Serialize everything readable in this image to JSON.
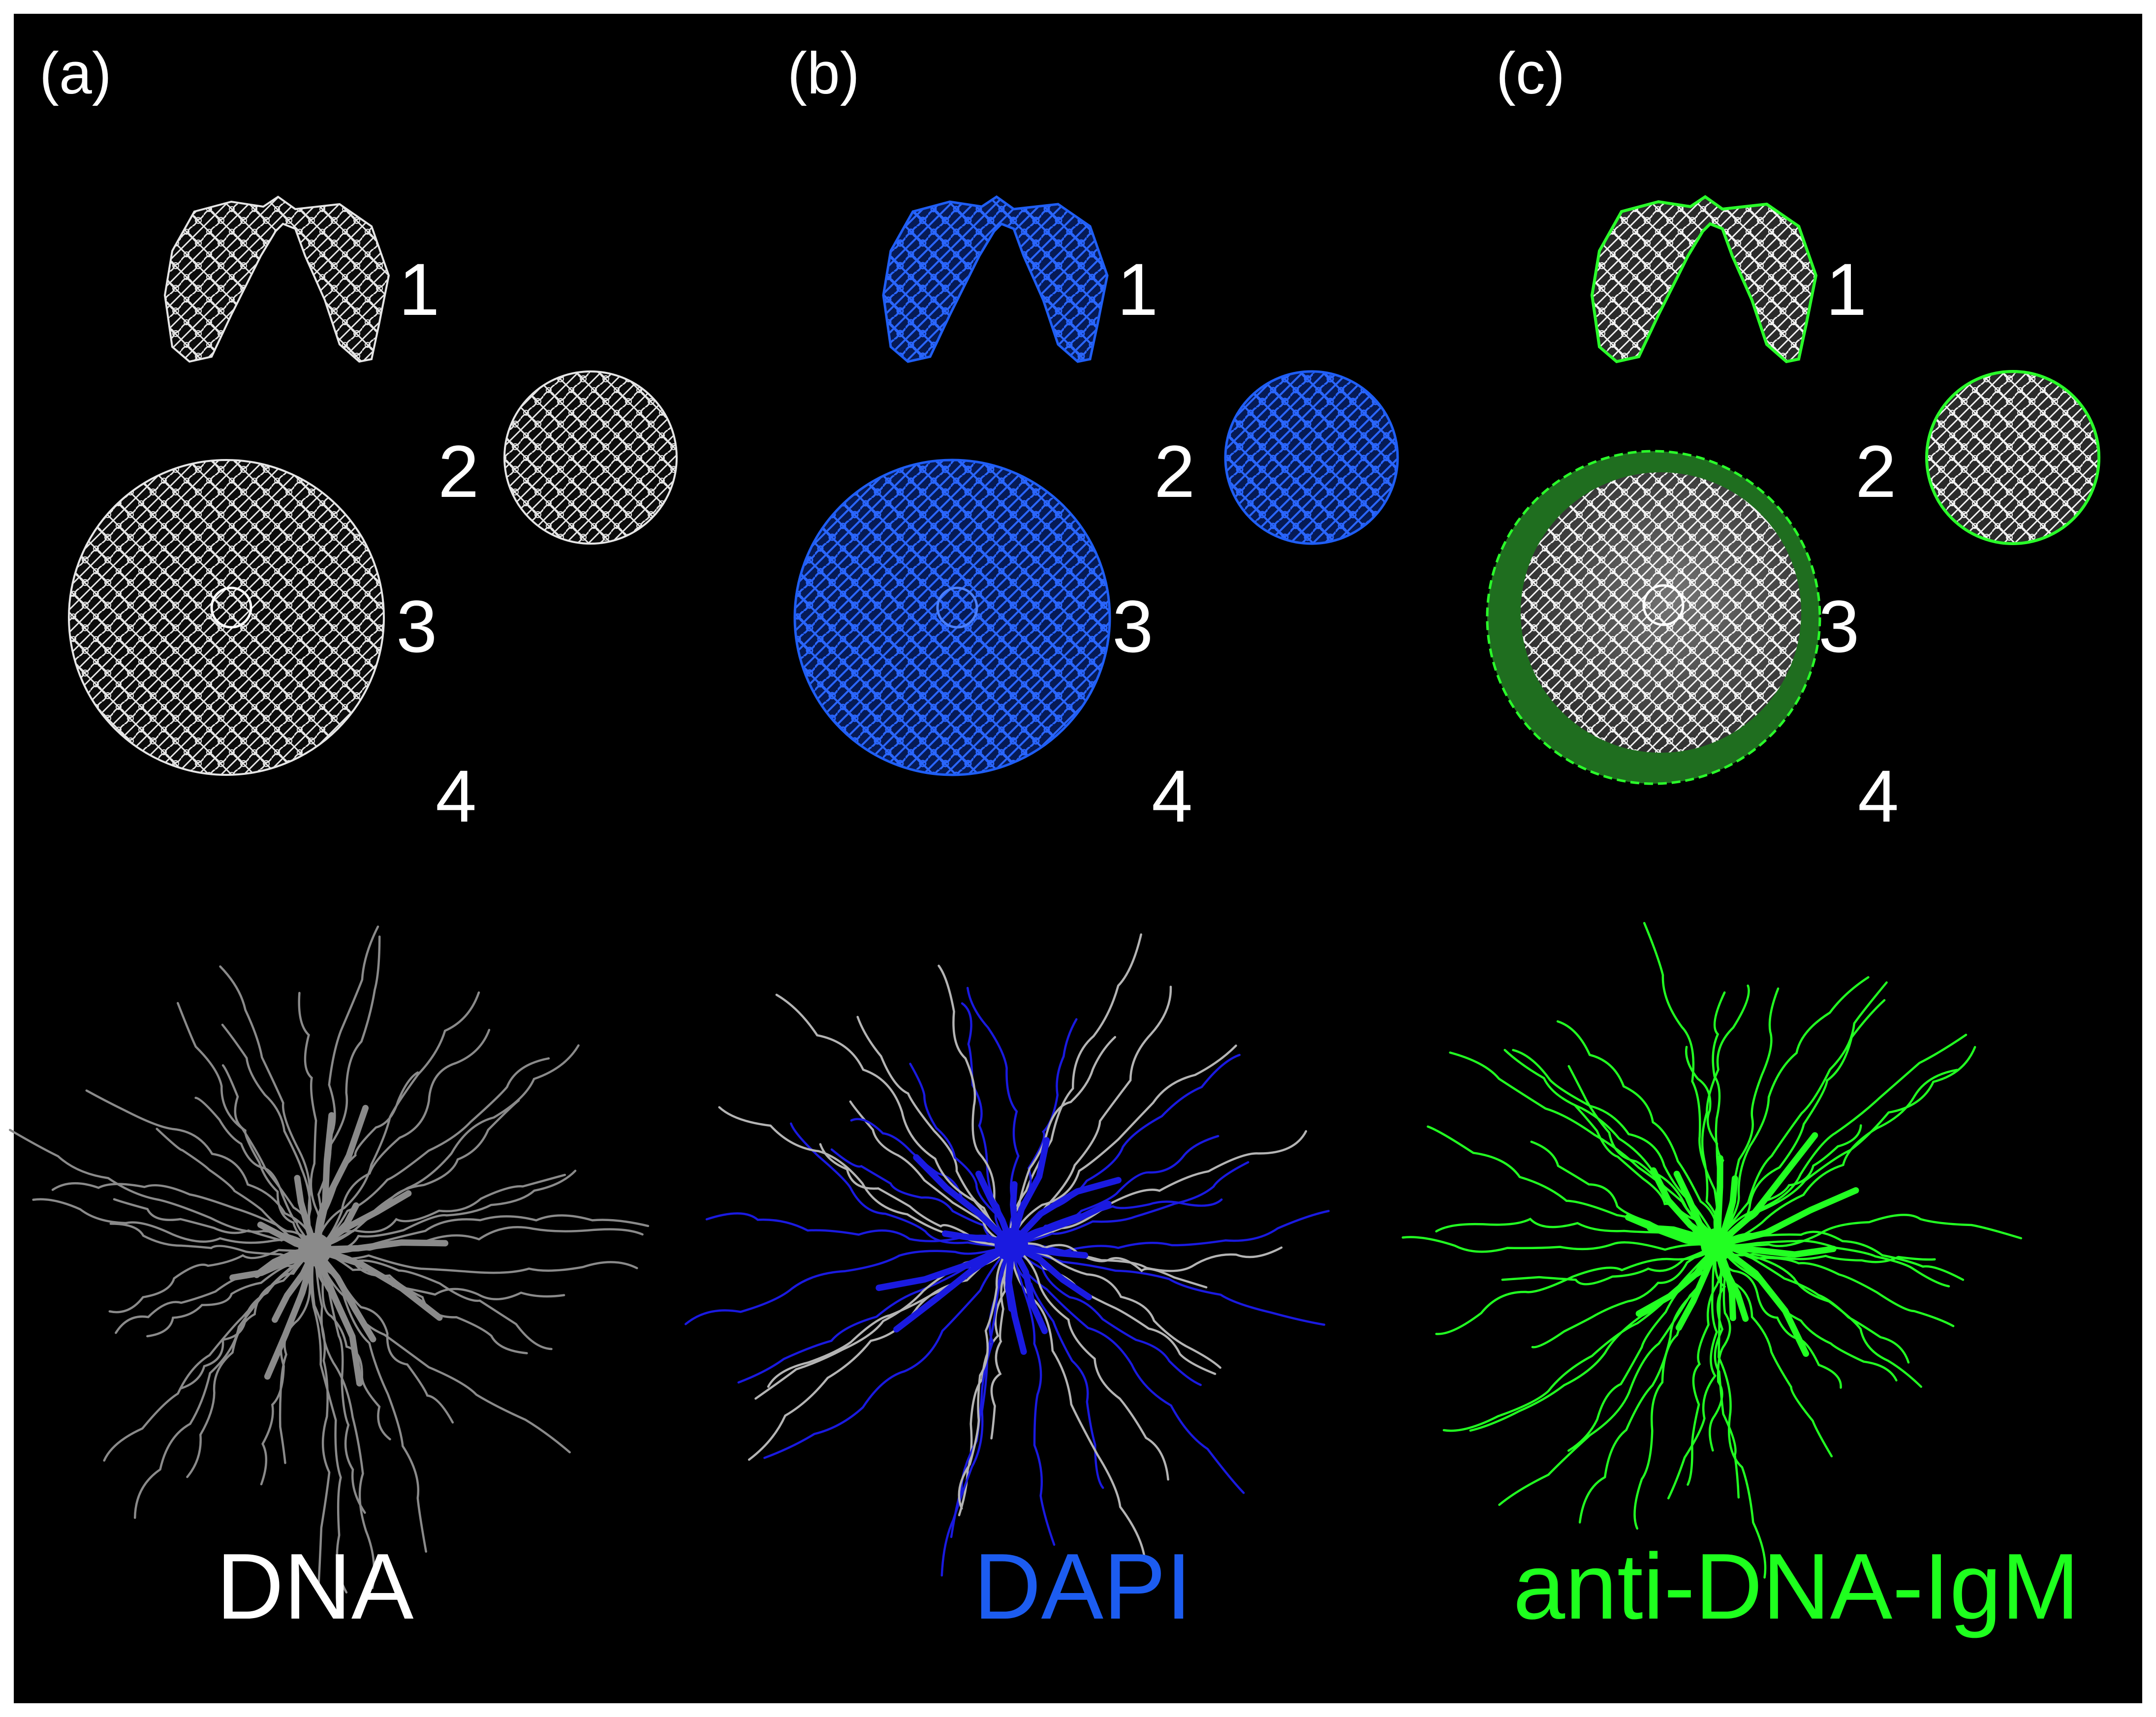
{
  "panels": [
    {
      "label": "(a)",
      "caption": "DNA",
      "caption_color": "#ffffff",
      "nucleus_color": "#e6e6e6",
      "rim_color": "",
      "rim_fill": "",
      "trap_primary": "#8a8a8a",
      "trap_secondary": "#8a8a8a",
      "numbers": [
        "1",
        "2",
        "3",
        "4"
      ]
    },
    {
      "label": "(b)",
      "caption": "DAPI",
      "caption_color": "#1c5cf0",
      "nucleus_color": "#1f5ef5",
      "rim_color": "",
      "rim_fill": "",
      "trap_primary": "#1a1ae0",
      "trap_secondary": "#b4b4b4",
      "numbers": [
        "1",
        "2",
        "3",
        "4"
      ]
    },
    {
      "label": "(c)",
      "caption": "anti-DNA-IgM",
      "caption_color": "#1eff1e",
      "nucleus_color": "#e6e6e6",
      "rim_color": "#2aff2a",
      "rim_fill": "#1f6e1f",
      "trap_primary": "#22ff22",
      "trap_secondary": "#22ff22",
      "numbers": [
        "1",
        "2",
        "3",
        "4"
      ]
    }
  ],
  "colors": {
    "background": "#000000",
    "label_text": "#ffffff"
  }
}
